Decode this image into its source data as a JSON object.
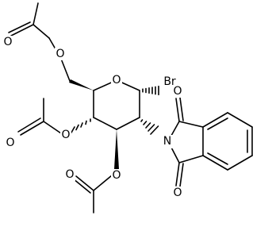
{
  "diagram": {
    "atoms": {
      "ring_oxygen": "O",
      "bromine": "Br",
      "nitrogen": "N",
      "imide_oxygen_top": "O",
      "imide_oxygen_bottom": "O",
      "c6_ester_oxygen": "O",
      "c6_carbonyl_oxygen": "O",
      "c4_ester_oxygen": "O",
      "c4_carbonyl_oxygen": "O",
      "c3_ester_oxygen": "O",
      "c3_carbonyl_oxygen": "O"
    }
  }
}
